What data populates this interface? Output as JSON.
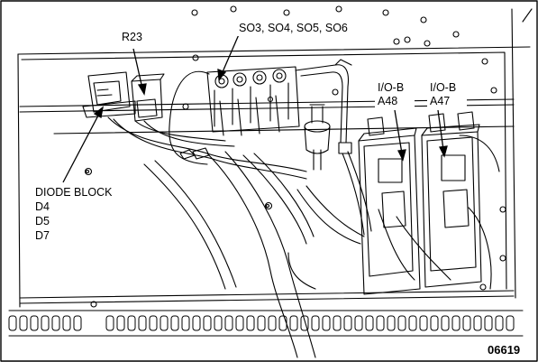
{
  "labels": {
    "r23": "R23",
    "solenoids": "SO3, SO4, SO5, SO6",
    "diode_block": "DIODE BLOCK",
    "d4": "D4",
    "d5": "D5",
    "d7": "D7",
    "io_b_left": "I/O-B",
    "a48": "A48",
    "io_b_right": "I/O-B",
    "a47": "A47"
  },
  "figure_number": "06619"
}
